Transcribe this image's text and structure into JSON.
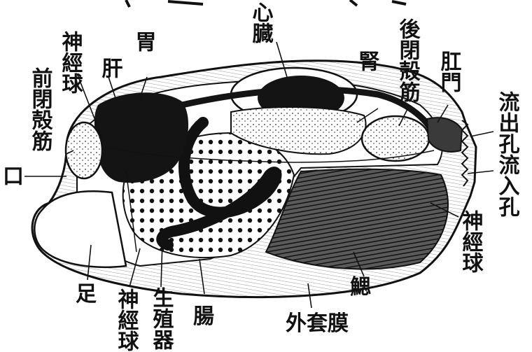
{
  "title": "",
  "labels": {
    "heart": "心臓",
    "posterior_adductor": "後閉殻筋",
    "kidney": "腎",
    "anus": "肛門",
    "stomach": "胃",
    "liver": "肝",
    "ganglion_upper": "神經球",
    "anterior_adductor": "前閉殻筋",
    "mouth": "口",
    "excurrent_siphon": "流出孔",
    "incurrent_siphon": "流入孔",
    "ganglion_right": "神經球",
    "gill": "鰓",
    "mantle": "外套膜",
    "intestine": "腸",
    "gonad": "生殖器",
    "ganglion_lower": "神經球",
    "foot": "足"
  },
  "colors": {
    "ink": "#111111",
    "paper": "#ffffff",
    "organ_dark": "#141414",
    "gill_shade": "#3a3a3a",
    "mantle_shade": "#c9c9c9"
  }
}
